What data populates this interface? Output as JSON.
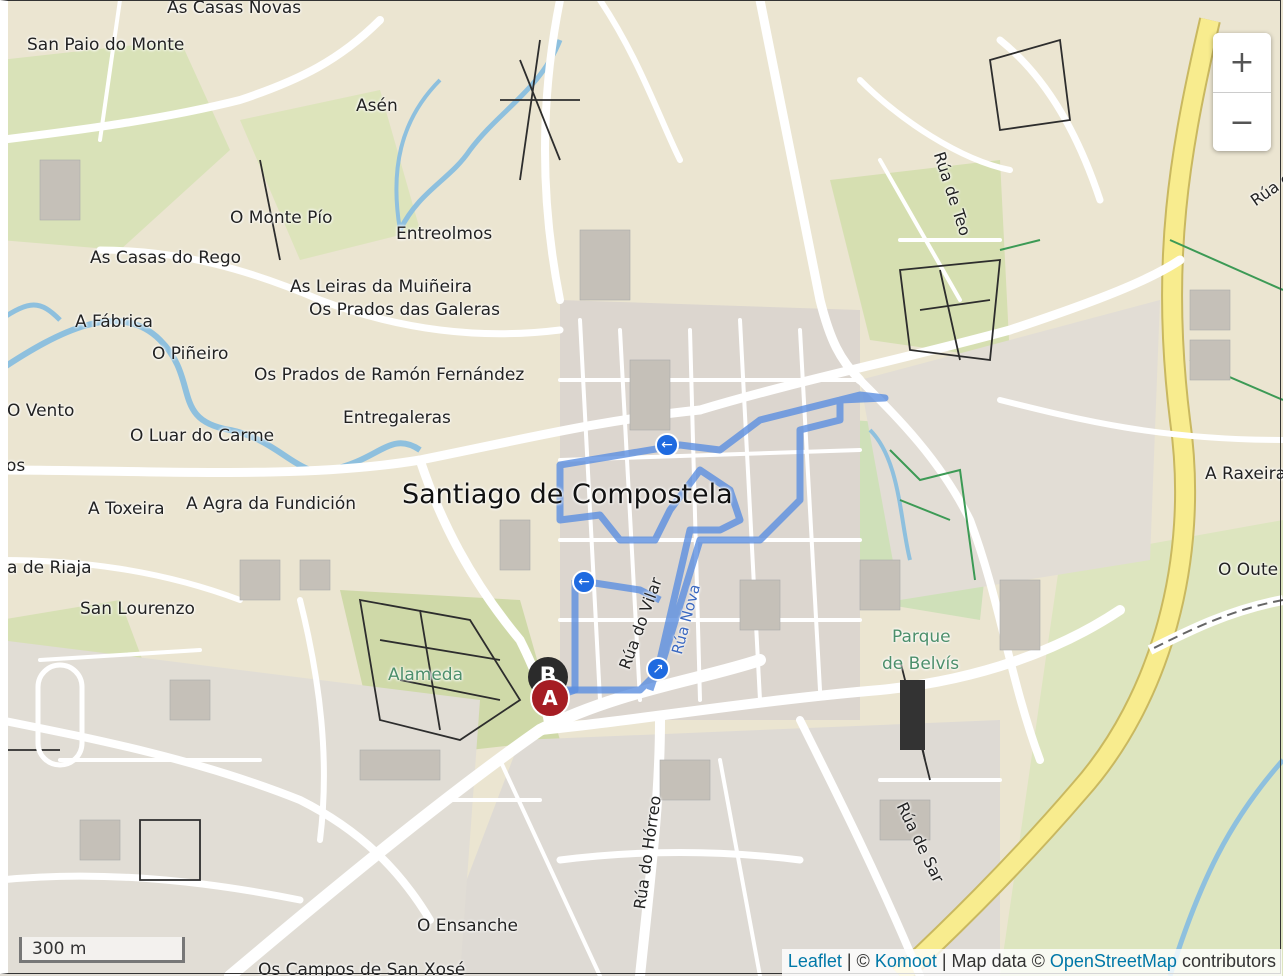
{
  "map": {
    "labels": {
      "as_casas_novas": "As Casas Novas",
      "san_paio_do_monte": "San Paio do Monte",
      "asen": "Asén",
      "o_monte_pio": "O Monte Pío",
      "entreolmos": "Entreolmos",
      "as_casas_do_rego": "As Casas do Rego",
      "as_leiras": "As Leiras da Muiñeira",
      "os_prados_das_galeras": "Os Prados das Galeras",
      "a_fabrica": "A Fábrica",
      "o_pineiro": "O Piñeiro",
      "os_prados_de_ramon": "Os Prados de Ramón Fernández",
      "o_vento": "O Vento",
      "entregaleras": "Entregaleras",
      "o_luar_do_carme": "O Luar do Carme",
      "os": "os",
      "santiago": "Santiago de Compostela",
      "a_toxeira": "A Toxeira",
      "a_agra": "A Agra da Fundición",
      "a_de_riaja": "a de Riaja",
      "san_lourenzo": "San Lourenzo",
      "alameda": "Alameda",
      "rua_do_vilar": "Rúa do Vilar",
      "rua_nova": "Rúa Nova",
      "rua_de_teo": "Rúa de Teo",
      "rua_do_horreo": "Rúa do Hórreo",
      "rua_de_sar": "Rúa de Sar",
      "parque": "Parque",
      "de_belvis": "de Belvís",
      "a_raxeira": "A Raxeira",
      "o_outeiro": "O Oute",
      "rua_da": "Rúa d",
      "o_ensanche": "O Ensanche",
      "os_campos": "Os Campos de San Xosé"
    },
    "markers": {
      "start": "A",
      "end": "B"
    },
    "route_color": "#5b8fe0",
    "route_arrow_color": "#1e6ae0",
    "start_marker_color": "#a51d23",
    "end_marker_color": "#2b2b2b"
  },
  "controls": {
    "zoom_in": "+",
    "zoom_out": "−"
  },
  "scale": {
    "label": "300 m"
  },
  "attribution": {
    "leaflet": "Leaflet",
    "sep1": " | © ",
    "komoot": "Komoot",
    "sep2": " | Map data © ",
    "osm": "OpenStreetMap",
    "contributors": " contributors"
  }
}
